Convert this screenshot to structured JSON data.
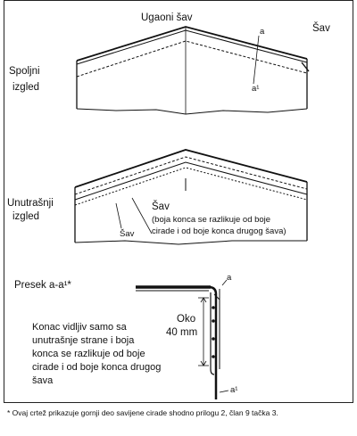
{
  "top_view": {
    "corner_seam_label": "Ugaoni šav",
    "seam_label": "Šav",
    "point_a": "a",
    "point_a1": "a¹",
    "outer_view_label_line1": "Spoljni",
    "outer_view_label_line2": "izgled"
  },
  "bottom_view": {
    "inner_view_label_line1": "Unutrašnji",
    "inner_view_label_line2": "izgled",
    "seam_label": "Šav",
    "seam_note_line1": "(boja konca se razlikuje od boje",
    "seam_note_line2": "cirade i od boje konca drugog šava)",
    "seam_label_lower": "Šav"
  },
  "section": {
    "title": "Presek a-a¹*",
    "point_a": "a",
    "point_a1": "a¹",
    "dimension_line1": "Oko",
    "dimension_line2": "40 mm",
    "note": "Konac vidljiv samo sa unutrašnje strane i boja konca se razlikuje od boje cirade i od boje konca drugog šava"
  },
  "footnote": "* Ovaj crtež prikazuje gornji deo savijene cirade shodno prilogu 2, član 9 tačka 3."
}
